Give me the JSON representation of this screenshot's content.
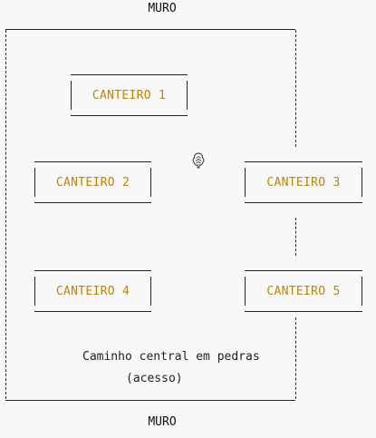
{
  "walls": {
    "top_label": "MURO",
    "bottom_label": "MURO"
  },
  "plots": [
    {
      "label": "CANTEIRO 1"
    },
    {
      "label": "CANTEIRO 2"
    },
    {
      "label": "CANTEIRO 3"
    },
    {
      "label": "CANTEIRO 4"
    },
    {
      "label": "CANTEIRO 5"
    }
  ],
  "path": {
    "line1": "Caminho central em pedras",
    "line2": "(acesso)"
  },
  "icons": {
    "tree": "tree-icon"
  },
  "colors": {
    "plot_label": "#b8860b",
    "lines": "#222222",
    "background": "#f8f8f8"
  }
}
